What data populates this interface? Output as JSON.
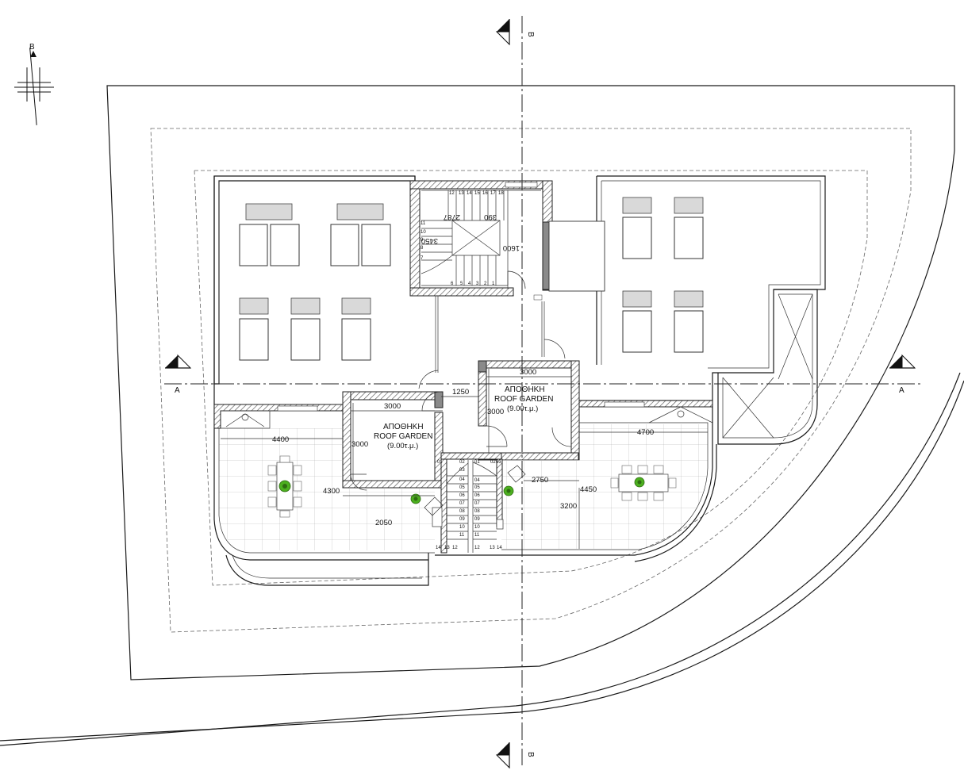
{
  "section_marks": {
    "a": "A",
    "b": "B"
  },
  "north": {
    "letter": "B"
  },
  "rooms": [
    {
      "name_gr": "ΑΠΟΘΗΚΗ",
      "name_en": "ROOF GARDEN",
      "area": "(9.00τ.μ.)"
    },
    {
      "name_gr": "ΑΠΟΘΗΚΗ",
      "name_en": "ROOF GARDEN",
      "area": "(9.00τ.μ.)"
    }
  ],
  "dims": {
    "d3000_left_top": "3000",
    "d3000_left_side": "3000",
    "d3000_right_top": "3000",
    "d3000_right_side": "3000",
    "d1250": "1250",
    "d4400": "4400",
    "d4300": "4300",
    "d2050": "2050",
    "d4700": "4700",
    "d2750": "2750",
    "d4450": "4450",
    "d3200": "3200",
    "d1600": "1600",
    "d3450": "3450",
    "d2787": "2787",
    "d390": "390"
  },
  "stair_top_steps": [
    "12",
    "13",
    "14",
    "15",
    "16",
    "17",
    "18"
  ],
  "stair_left_steps": [
    "11",
    "10",
    "9",
    "8",
    "7"
  ],
  "stair_bottom_steps": [
    "6",
    "5",
    "4",
    "3",
    "2",
    "1"
  ],
  "stair2_steps_a": [
    "01",
    "02",
    "03",
    "04",
    "05",
    "06",
    "07",
    "08",
    "09",
    "10",
    "11",
    "12",
    "13",
    "14"
  ],
  "stair2_steps_b": [
    "01",
    "02",
    "03",
    "04",
    "05",
    "06",
    "07",
    "08",
    "09",
    "10",
    "11",
    "12",
    "13",
    "14"
  ],
  "colors": {
    "ink": "#1a1a1a",
    "wall": "#8a8a8a",
    "plant": "#4caf1f"
  }
}
